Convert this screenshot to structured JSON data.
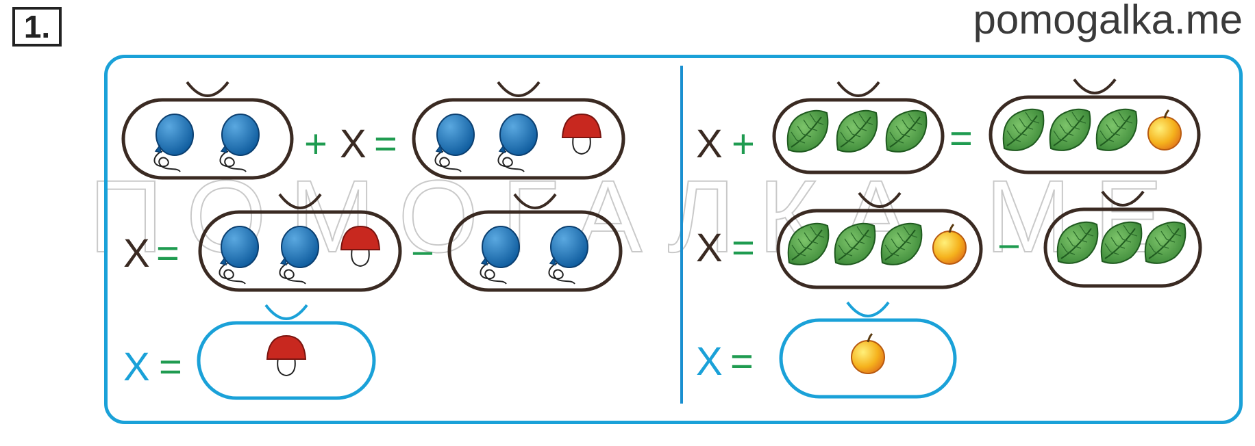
{
  "header": {
    "task_number": "1.",
    "site": "pomogalka.me",
    "watermark": "ПОМОГАЛКА.МЕ"
  },
  "colors": {
    "frame": "#1aa1d8",
    "dark_ink": "#3a2a22",
    "answer_ink": "#1aa1d8",
    "operator_green": "#1f9b50",
    "balloon_blue": "#1670b6",
    "mushroom_red": "#c8281f",
    "leaf_green": "#3f9a3a",
    "apple_yellow": "#f5b21d"
  },
  "symbols": {
    "x": "X",
    "plus": "+",
    "equals": "=",
    "minus": "−"
  },
  "left_panel": {
    "row1": {
      "addend_a": [
        "balloon",
        "balloon"
      ],
      "sum": [
        "balloon",
        "balloon",
        "mushroom"
      ]
    },
    "row2": {
      "minuend": [
        "balloon",
        "balloon",
        "mushroom"
      ],
      "subtrahend": [
        "balloon",
        "balloon"
      ]
    },
    "answer": [
      "mushroom"
    ]
  },
  "right_panel": {
    "row1": {
      "addend_b": [
        "leaf",
        "leaf",
        "leaf"
      ],
      "sum": [
        "leaf",
        "leaf",
        "leaf",
        "apple"
      ]
    },
    "row2": {
      "minuend": [
        "leaf",
        "leaf",
        "leaf",
        "apple"
      ],
      "subtrahend": [
        "leaf",
        "leaf",
        "leaf"
      ]
    },
    "answer": [
      "apple"
    ]
  }
}
